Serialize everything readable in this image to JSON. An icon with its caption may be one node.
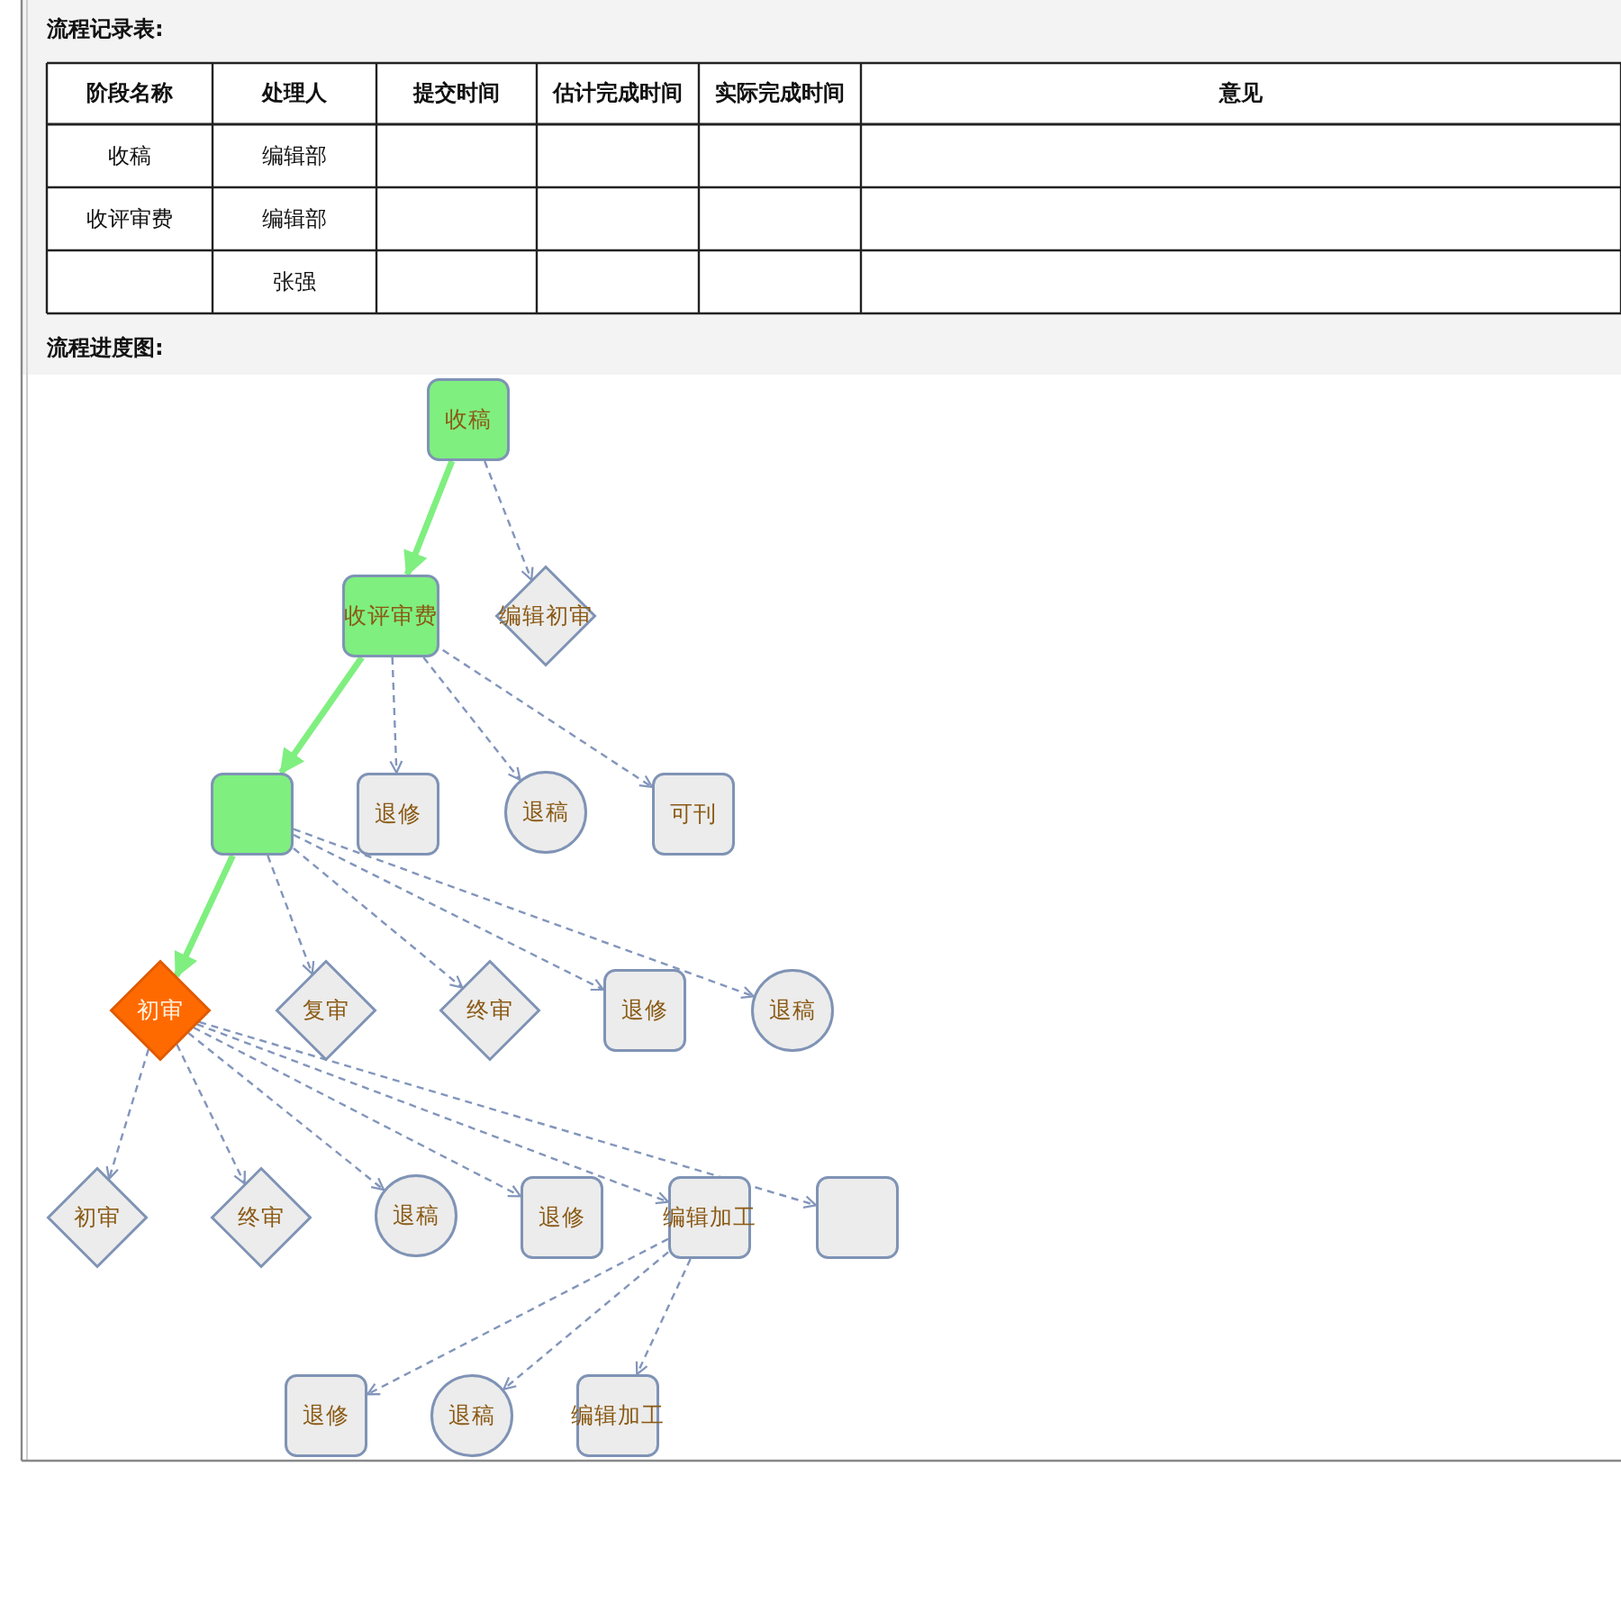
{
  "diagram": {
    "nodes": [
      {
        "text": [
          "收稿"
        ]
      },
      {
        "text": [
          "收评审费"
        ]
      },
      {
        "text": [
          "编辑初审"
        ]
      },
      {
        "text": [],
        "shape": "box"
      },
      {
        "text": [
          "退修"
        ]
      },
      {
        "text": [
          "退稿"
        ]
      },
      {
        "text": [
          "可刊"
        ]
      },
      {
        "text": [
          "初审"
        ]
      },
      {
        "text": [
          "复审"
        ]
      },
      {
        "text": [
          "终审"
        ]
      },
      {
        "text": [
          "退修"
        ]
      },
      {
        "text": [
          "退稿"
        ]
      },
      {
        "text": [
          "初审"
        ]
      },
      {
        "text": [
          "终审"
        ]
      },
      {
        "text": [
          "退稿"
        ]
      },
      {
        "text": [
          "退修"
        ]
      },
      {
        "text": [
          "编辑加工"
        ]
      },
      {
        "text": [],
        "shape": "box"
      },
      {
        "text": [
          "退修"
        ]
      },
      {
        "text": [
          "退稿"
        ]
      },
      {
        "text": [
          "编辑加工"
        ]
      }
    ],
    "edges": [
      {
        "from": 0,
        "to": 1,
        "arrow": "to",
        "style": "thick",
        "color": "#7fef7f"
      },
      {
        "from": 0,
        "to": 2,
        "arrow": "to",
        "style": "dashed"
      },
      {
        "from": 1,
        "to": 3,
        "arrow": "to",
        "style": "thick",
        "color": "#7fef7f"
      },
      {
        "from": 1,
        "to": 4,
        "arrow": "to",
        "style": "dashed"
      },
      {
        "from": 1,
        "to": 5,
        "arrow": "to",
        "style": "dashed"
      },
      {
        "from": 1,
        "to": 6,
        "arrow": "to",
        "style": "dashed"
      },
      {
        "from": 3,
        "to": 7,
        "arrow": "to",
        "style": "thick",
        "color": "#7fef7f"
      },
      {
        "from": 3,
        "to": 8,
        "arrow": "to",
        "style": "dashed"
      },
      {
        "from": 3,
        "to": 9,
        "arrow": "to",
        "style": "dashed"
      },
      {
        "from": 3,
        "to": 10,
        "arrow": "to",
        "style": "dashed"
      },
      {
        "from": 3,
        "to": 11,
        "arrow": "to",
        "style": "dashed"
      },
      {
        "from": 7,
        "to": 12,
        "arrow": "to",
        "style": "dashed"
      },
      {
        "from": 7,
        "to": 13,
        "arrow": "to",
        "style": "dashed"
      },
      {
        "from": 7,
        "to": 14,
        "arrow": "to",
        "style": "dashed"
      },
      {
        "from": 7,
        "to": 15,
        "arrow": "to",
        "style": "dashed"
      },
      {
        "from": 7,
        "to": 16,
        "arrow": "to",
        "style": "dashed"
      },
      {
        "from": 7,
        "to": 17,
        "arrow": "to",
        "style": "dashed"
      },
      {
        "from": 16,
        "to": 18,
        "arrow": "to",
        "style": "dashed"
      },
      {
        "from": 16,
        "to": 19,
        "arrow": "to",
        "style": "dashed"
      },
      {
        "from": 16,
        "to": 20,
        "arrow": "to",
        "style": "dashed"
      }
    ],
    "labels": [
      "流程记录表:",
      "阶段名称",
      "处理人",
      "提交时间",
      "估计完成时间",
      "实际完成时间",
      "意见",
      "收稿",
      "编辑部",
      "收评审费",
      "编辑部",
      "张强",
      "流程进度图:"
    ]
  }
}
